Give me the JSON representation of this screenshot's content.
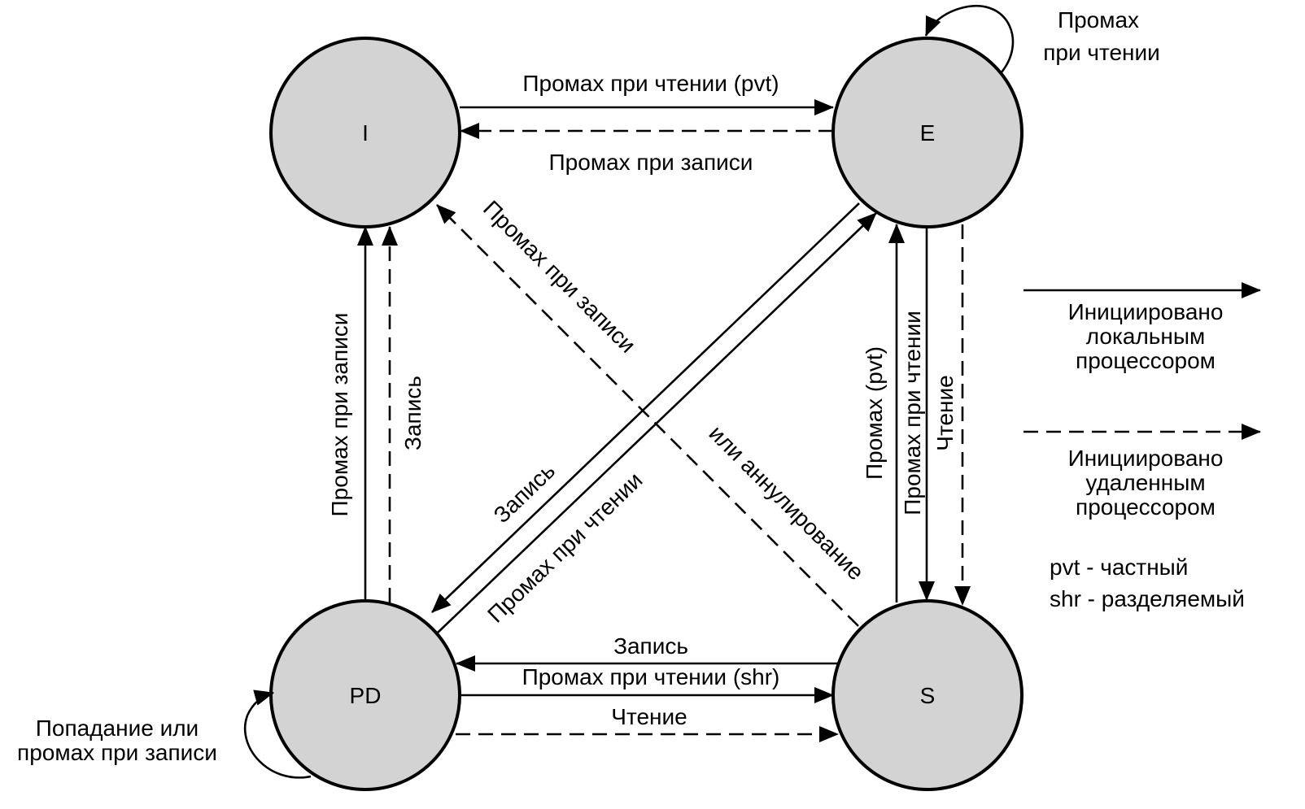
{
  "colors": {
    "state_fill": "#d3d3d3",
    "stroke": "#000000",
    "background": "#ffffff"
  },
  "states": {
    "i": "I",
    "e": "E",
    "pd": "PD",
    "s": "S"
  },
  "transitions": {
    "i_to_e": "Промах при чтении (pvt)",
    "e_to_i": "Промах при записи",
    "e_self": [
      "Промах",
      "при чтении"
    ],
    "pd_to_i_solid": "Промах при записи",
    "pd_to_i_dashed": "Запись",
    "s_to_i_line1": "Промах при записи",
    "s_to_i_line2": "или аннулирование",
    "e_to_pd": "Запись",
    "pd_to_e": "Промах при чтении",
    "s_to_e": "Промах (pvt)",
    "e_to_s_solid": "Промах при чтении",
    "e_to_s_dashed": "Чтение",
    "s_to_pd": "Запись",
    "pd_to_s_solid": "Промах при чтении (shr)",
    "pd_to_s_dashed": "Чтение",
    "pd_self": [
      "Попадание или",
      "промах при записи"
    ]
  },
  "legend": {
    "local": [
      "Инициировано",
      "локальным",
      "процессором"
    ],
    "remote": [
      "Инициировано",
      "удаленным",
      "процессором"
    ],
    "pvt_note": "pvt - частный",
    "shr_note": "shr - разделяемый"
  }
}
